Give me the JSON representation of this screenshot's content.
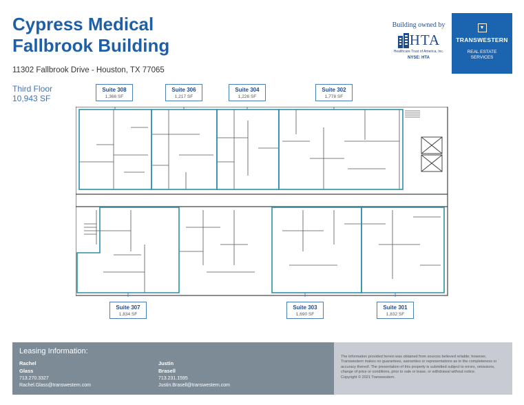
{
  "header": {
    "title_line1": "Cypress Medical",
    "title_line2": "Fallbrook Building",
    "address": "11302 Fallbrook Drive -  Houston, TX 77065",
    "floor_name": "Third Floor",
    "floor_area": "10,943 SF"
  },
  "owner": {
    "caption": "Building owned by",
    "logo_text": "HTA",
    "logo_subtitle": "Healthcare Trust of America, Inc.",
    "logo_ticker": "NYSE: HTA"
  },
  "broker": {
    "name": "TRANSWESTERN",
    "service_line1": "REAL ESTATE",
    "service_line2": "SERVICES"
  },
  "suites": [
    {
      "name": "Suite 308",
      "size": "1,366 SF"
    },
    {
      "name": "Suite 306",
      "size": "1,217 SF"
    },
    {
      "name": "Suite 304",
      "size": "1,226 SF"
    },
    {
      "name": "Suite 302",
      "size": "1,778 SF"
    },
    {
      "name": "Suite 307",
      "size": "1,834 SF"
    },
    {
      "name": "Suite 303",
      "size": "1,690 SF"
    },
    {
      "name": "Suite 301",
      "size": "1,832 SF"
    }
  ],
  "leasing": {
    "heading": "Leasing Information:",
    "contacts": [
      {
        "first": "Rachel",
        "last": "Glass",
        "phone": "713.270.3327",
        "email": "Rachel.Glass@transwestern.com"
      },
      {
        "first": "Justin",
        "last": "Brasell",
        "phone": "713.231.1595",
        "email": "Justin.Brasell@transwestern.com"
      }
    ]
  },
  "disclaimer": {
    "line1": "The information provided herein was obtained from sources believed reliable; however,",
    "line2": "Transwestern makes no guarantees, warranties or representations as to the completeness or",
    "line3": "accuracy thereof. The presentation of this property is submitted subject to errors, omissions,",
    "line4": "change of price or conditions, prior to sale or lease, or withdrawal without notice.",
    "line5": "Copyright © 2021 Transwestern."
  },
  "colors": {
    "title_blue": "#1f5fa8",
    "suite_outline": "#2a8fa8",
    "footer_gray": "#7d8b97",
    "disclaimer_gray": "#c8ccd2",
    "transwestern_blue": "#1b64b0"
  }
}
